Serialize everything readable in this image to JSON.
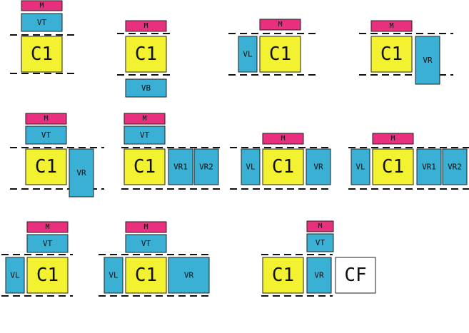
{
  "labels": {
    "m": "M",
    "c1": "C1",
    "cf": "CF",
    "vt": "VT",
    "vb": "VB",
    "vl": "VL",
    "vr": "VR",
    "vr1": "VR1",
    "vr2": "VR2"
  },
  "colors": {
    "m": "#e8307e",
    "v": "#3ab0d4",
    "c": "#f2f230",
    "cf": "#ffffff",
    "line": "#111111"
  },
  "panels": [
    {
      "id": "p1",
      "blocks": [
        "m",
        "vt",
        "c1"
      ]
    },
    {
      "id": "p2",
      "blocks": [
        "m",
        "c1",
        "vb"
      ]
    },
    {
      "id": "p3",
      "blocks": [
        "m",
        "vl",
        "c1"
      ]
    },
    {
      "id": "p4",
      "blocks": [
        "m",
        "c1",
        "vr"
      ]
    },
    {
      "id": "p5",
      "blocks": [
        "m",
        "vt",
        "c1",
        "vr"
      ]
    },
    {
      "id": "p6",
      "blocks": [
        "m",
        "vt",
        "c1",
        "vr1",
        "vr2"
      ]
    },
    {
      "id": "p7",
      "blocks": [
        "m",
        "vl",
        "c1",
        "vr"
      ]
    },
    {
      "id": "p8",
      "blocks": [
        "m",
        "vl",
        "c1",
        "vr1",
        "vr2"
      ]
    },
    {
      "id": "p9",
      "blocks": [
        "m",
        "vt",
        "vl",
        "c1"
      ]
    },
    {
      "id": "p10",
      "blocks": [
        "m",
        "vt",
        "vl",
        "c1",
        "vr"
      ]
    },
    {
      "id": "p11",
      "blocks": [
        "m",
        "vt",
        "c1",
        "vr",
        "cf"
      ]
    }
  ]
}
